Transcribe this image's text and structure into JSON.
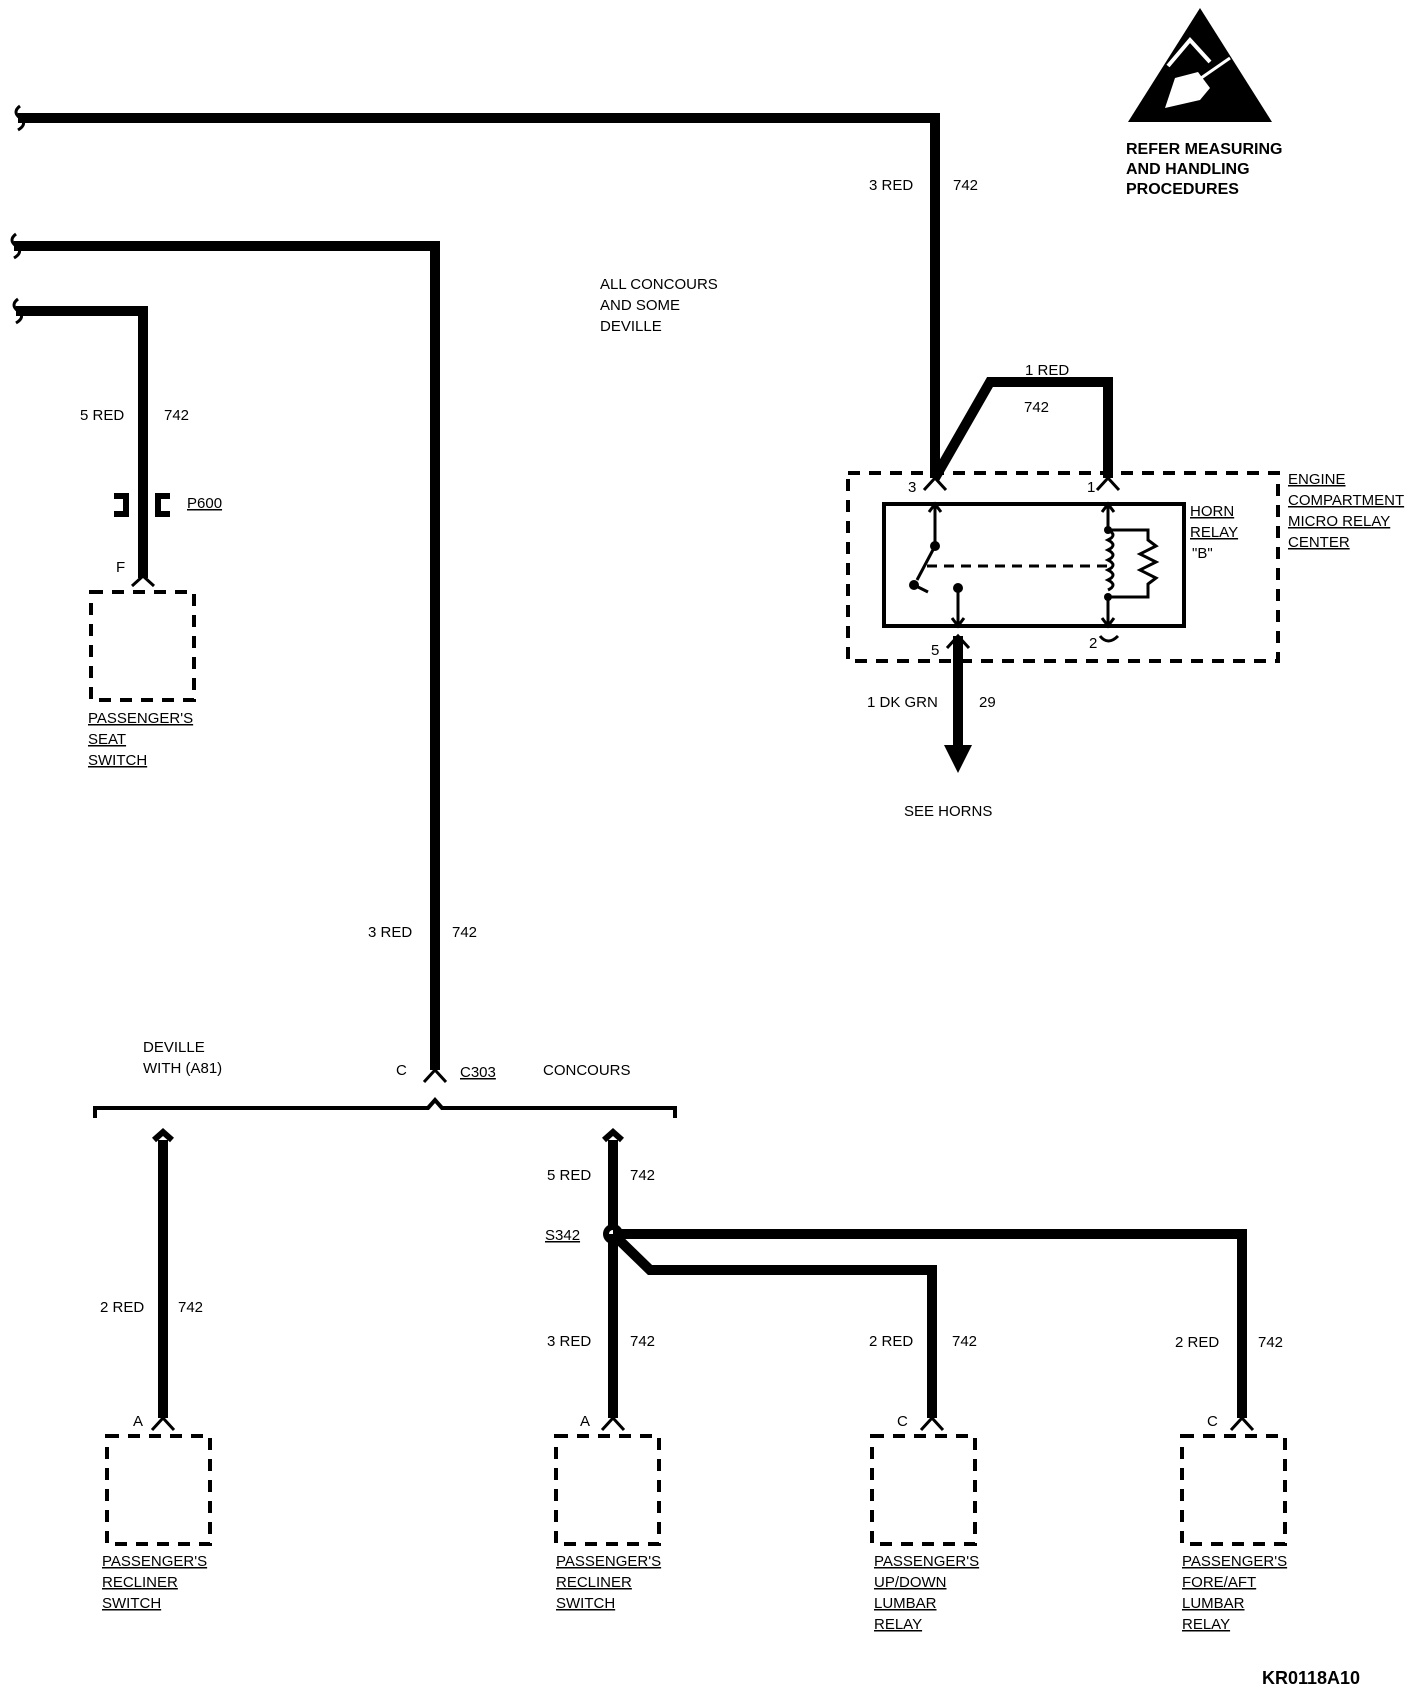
{
  "warning": {
    "line1": "REFER MEASURING",
    "line2": "AND HANDLING",
    "line3": "PROCEDURES"
  },
  "note_all_concours": {
    "line1": "ALL CONCOURS",
    "line2": "AND SOME",
    "line3": "DEVILLE"
  },
  "wire_top_right": {
    "gauge": "3 RED",
    "circuit": "742"
  },
  "wire_relay_jumper": {
    "gauge": "1 RED",
    "circuit": "742"
  },
  "wire_seat": {
    "gauge": "5 RED",
    "circuit": "742"
  },
  "wire_main": {
    "gauge": "3 RED",
    "circuit": "742"
  },
  "wire_horn_out": {
    "gauge": "1 DK GRN",
    "circuit": "29"
  },
  "see_horns": "SEE HORNS",
  "connector_p600": "P600",
  "pin_f": "F",
  "seat_switch": {
    "line1": "PASSENGER'S",
    "line2": "SEAT",
    "line3": "SWITCH"
  },
  "relay_center": {
    "line1": "ENGINE",
    "line2": "COMPARTMENT",
    "line3": "MICRO RELAY",
    "line4": "CENTER",
    "pin3": "3",
    "pin1": "1",
    "pin5": "5",
    "pin2": "2"
  },
  "horn_relay": {
    "line1": "HORN",
    "line2": "RELAY",
    "line3": "\"B\""
  },
  "branch": {
    "deville_line1": "DEVILLE",
    "deville_line2": "WITH (A81)",
    "pin_c": "C",
    "connector_c303": "C303",
    "concours": "CONCOURS"
  },
  "wire_deville_recliner": {
    "gauge": "2 RED",
    "circuit": "742"
  },
  "wire_concours_up": {
    "gauge": "5 RED",
    "circuit": "742"
  },
  "splice": "S342",
  "wire_concours_recliner": {
    "gauge": "3 RED",
    "circuit": "742"
  },
  "wire_lumbar_updown": {
    "gauge": "2 RED",
    "circuit": "742"
  },
  "wire_lumbar_foreaft": {
    "gauge": "2 RED",
    "circuit": "742"
  },
  "pins_bottom": {
    "a1": "A",
    "a2": "A",
    "c1": "C",
    "c2": "C"
  },
  "recliner_switch_1": {
    "line1": "PASSENGER'S",
    "line2": "RECLINER",
    "line3": "SWITCH"
  },
  "recliner_switch_2": {
    "line1": "PASSENGER'S",
    "line2": "RECLINER",
    "line3": "SWITCH"
  },
  "lumbar_updown": {
    "line1": "PASSENGER'S",
    "line2": "UP/DOWN",
    "line3": "LUMBAR",
    "line4": "RELAY"
  },
  "lumbar_foreaft": {
    "line1": "PASSENGER'S",
    "line2": "FORE/AFT",
    "line3": "LUMBAR",
    "line4": "RELAY"
  },
  "figure_id": "KR0118A10"
}
